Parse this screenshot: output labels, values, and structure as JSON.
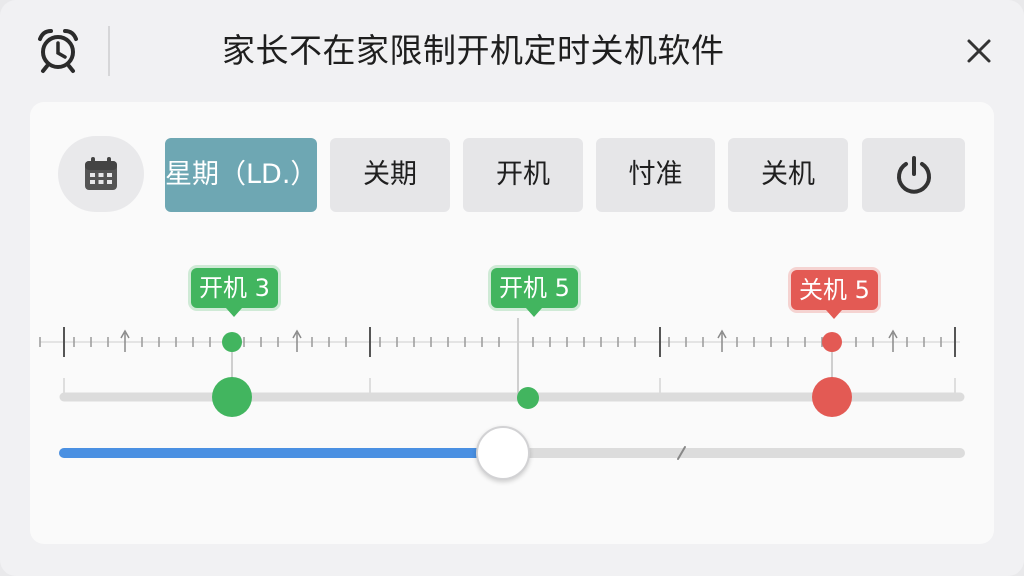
{
  "window": {
    "title": "家长不在家限制开机定时关机软件",
    "app_icon": "alarm-clock-icon",
    "close_icon": "close-icon"
  },
  "tabs": [
    {
      "label": "星期（LD.）",
      "active": true
    },
    {
      "label": "关期",
      "active": false
    },
    {
      "label": "开机",
      "active": false
    },
    {
      "label": "忖准",
      "active": false
    },
    {
      "label": "关机",
      "active": false
    }
  ],
  "toolbar_icons": {
    "calendar": "calendar-icon",
    "power": "power-icon"
  },
  "schedule": {
    "markers": [
      {
        "label": "开机 3",
        "type": "on"
      },
      {
        "label": "开机 5",
        "type": "on"
      },
      {
        "label": "关机 5",
        "type": "off"
      }
    ]
  },
  "slider": {
    "value_fraction": 0.49
  },
  "colors": {
    "accent_tab": "#6ea7b3",
    "on": "#42b55f",
    "off": "#e35a54",
    "slider_fill": "#4a90e2"
  }
}
